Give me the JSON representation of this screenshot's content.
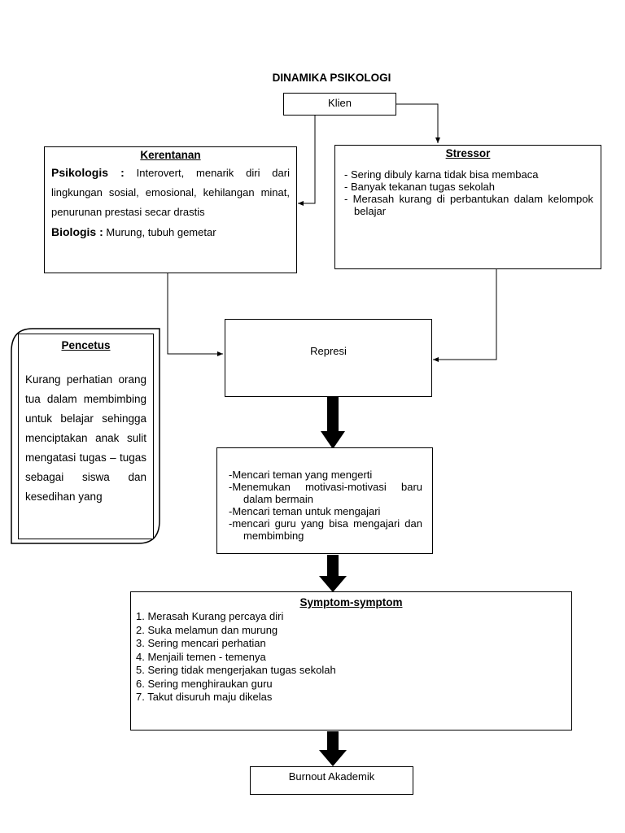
{
  "title": "DINAMIKA PSIKOLOGI",
  "klien": "Klien",
  "kerentanan": {
    "heading": "Kerentanan",
    "psikologis_label": "Psikologis :",
    "psikologis_text": "Interovert, menarik diri dari lingkungan sosial, emosional, kehilangan minat, penurunan prestasi secar drastis",
    "biologis_label": "Biologis :",
    "biologis_text": "Murung, tubuh gemetar"
  },
  "stressor": {
    "heading": "Stressor",
    "items": [
      "Sering dibuly karna tidak bisa membaca",
      "Banyak tekanan tugas sekolah",
      "Merasah kurang di perbantukan dalam kelompok belajar"
    ]
  },
  "pencetus": {
    "heading": "Pencetus",
    "text": "Kurang perhatian orang tua dalam membimbing untuk belajar sehingga menciptakan anak sulit mengatasi tugas – tugas sebagai siswa dan kesedihan yang"
  },
  "represi": "Represi",
  "coping": {
    "items": [
      "-Mencari teman yang mengerti",
      "-Menemukan motivasi-motivasi baru dalam bermain",
      "-Mencari teman untuk mengajari",
      "-mencari guru yang bisa mengajari dan membimbing"
    ]
  },
  "symptom": {
    "heading": "Symptom-symptom",
    "items": [
      "1.  Merasah Kurang percaya diri",
      "2.  Suka melamun dan murung",
      "3.  Sering mencari perhatian",
      "4.  Menjaili temen - temenya",
      "5.  Sering tidak mengerjakan tugas sekolah",
      "6.  Sering menghiraukan guru",
      "7.  Takut disuruh maju dikelas"
    ]
  },
  "burnout": "Burnout Akademik"
}
